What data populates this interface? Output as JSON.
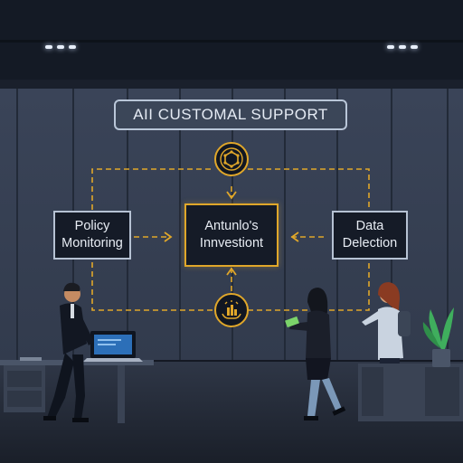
{
  "diagram": {
    "title": "AII CUSTOMAL SUPPORT",
    "nodes": {
      "left": {
        "line1": "Policy",
        "line2": "Monitoring"
      },
      "center": {
        "line1": "Antunlo's",
        "line2": "Innvestiont"
      },
      "right": {
        "line1": "Data",
        "line2": "Delection"
      }
    },
    "icons": {
      "top": "hexagon-network-icon",
      "bottom": "hands-chart-icon"
    }
  },
  "colors": {
    "accent": "#e0a72a",
    "box_border": "#b6c2d3",
    "background": "#2a3447"
  }
}
